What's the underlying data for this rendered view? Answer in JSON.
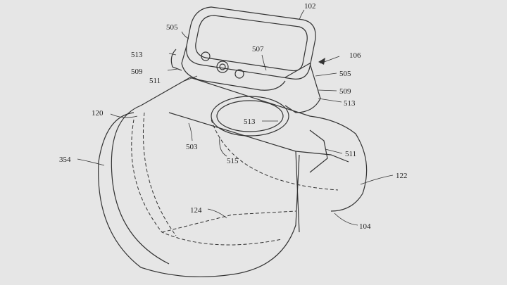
{
  "figure": {
    "labels": [
      {
        "id": "label-102",
        "text": "102"
      },
      {
        "id": "label-505-left",
        "text": "505"
      },
      {
        "id": "label-513-left",
        "text": "513"
      },
      {
        "id": "label-509-left",
        "text": "509"
      },
      {
        "id": "label-511-left",
        "text": "511"
      },
      {
        "id": "label-507",
        "text": "507"
      },
      {
        "id": "label-106",
        "text": "106"
      },
      {
        "id": "label-505-right",
        "text": "505"
      },
      {
        "id": "label-509-right",
        "text": "509"
      },
      {
        "id": "label-513-right",
        "text": "513"
      },
      {
        "id": "label-120",
        "text": "120"
      },
      {
        "id": "label-513-center",
        "text": "513"
      },
      {
        "id": "label-503",
        "text": "503"
      },
      {
        "id": "label-511-right",
        "text": "511"
      },
      {
        "id": "label-354",
        "text": "354"
      },
      {
        "id": "label-515",
        "text": "515"
      },
      {
        "id": "label-122",
        "text": "122"
      },
      {
        "id": "label-124",
        "text": "124"
      },
      {
        "id": "label-104",
        "text": "104"
      }
    ]
  }
}
